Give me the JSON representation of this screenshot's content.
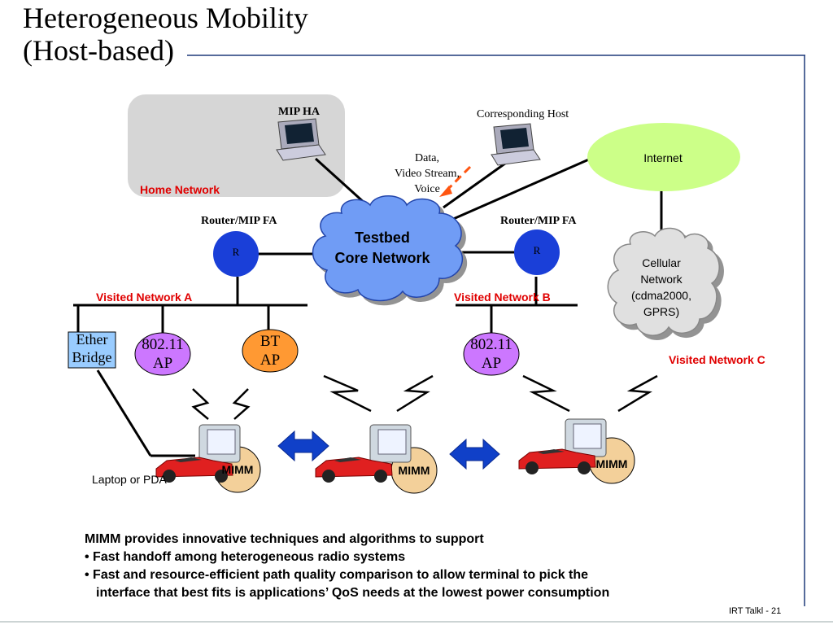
{
  "slide": {
    "title_line1": "Heterogeneous Mobility",
    "title_line2": "(Host-based)",
    "footer": "IRT Talkl - 21"
  },
  "home_network": {
    "mip_ha": "MIP HA",
    "label": "Home Network"
  },
  "corresponding_host": "Corresponding Host",
  "traffic": {
    "line1": "Data,",
    "line2": "Video Stream,",
    "line3": "Voice"
  },
  "internet": "Internet",
  "core": {
    "line1": "Testbed",
    "line2": "Core Network"
  },
  "router_a": {
    "label": "Router/MIP FA",
    "glyph": "R"
  },
  "router_b": {
    "label": "Router/MIP FA",
    "glyph": "R"
  },
  "cellular": {
    "line1": "Cellular",
    "line2": "Network",
    "line3": "(cdma2000,",
    "line4": "GPRS)"
  },
  "visited": {
    "a": "Visited Network A",
    "b": "Visited Network B",
    "c": "Visited Network C"
  },
  "access_points": {
    "ether_line1": "Ether",
    "ether_line2": "Bridge",
    "ap_a_line1": "802.11",
    "ap_a_line2": "AP",
    "bt_line1": "BT",
    "bt_line2": "AP",
    "ap_b_line1": "802.11",
    "ap_b_line2": "AP"
  },
  "terminals": {
    "mimm1": "MIMM",
    "mimm2": "MIMM",
    "mimm3": "MIMM",
    "laptop": "Laptop or PDA"
  },
  "summary": {
    "heading": "MIMM provides innovative techniques and algorithms to support",
    "bullet1": "• Fast handoff  among heterogeneous radio systems",
    "bullet2_line1": "•  Fast and resource-efficient path quality comparison to allow terminal to pick the",
    "bullet2_line2": "interface that best fits is applications’ QoS needs at the lowest power consumption"
  },
  "colors": {
    "core_cloud": "#6f9cf5",
    "router": "#1a3fd8",
    "internet": "#ccff88",
    "ap_purple": "#cc77ff",
    "bt_orange": "#ff9933",
    "ether": "#99ccff",
    "mimm_disc": "#f3d09a",
    "arrow_blue": "#1040c8",
    "car_red": "#e02020",
    "label_red": "#e00000"
  }
}
